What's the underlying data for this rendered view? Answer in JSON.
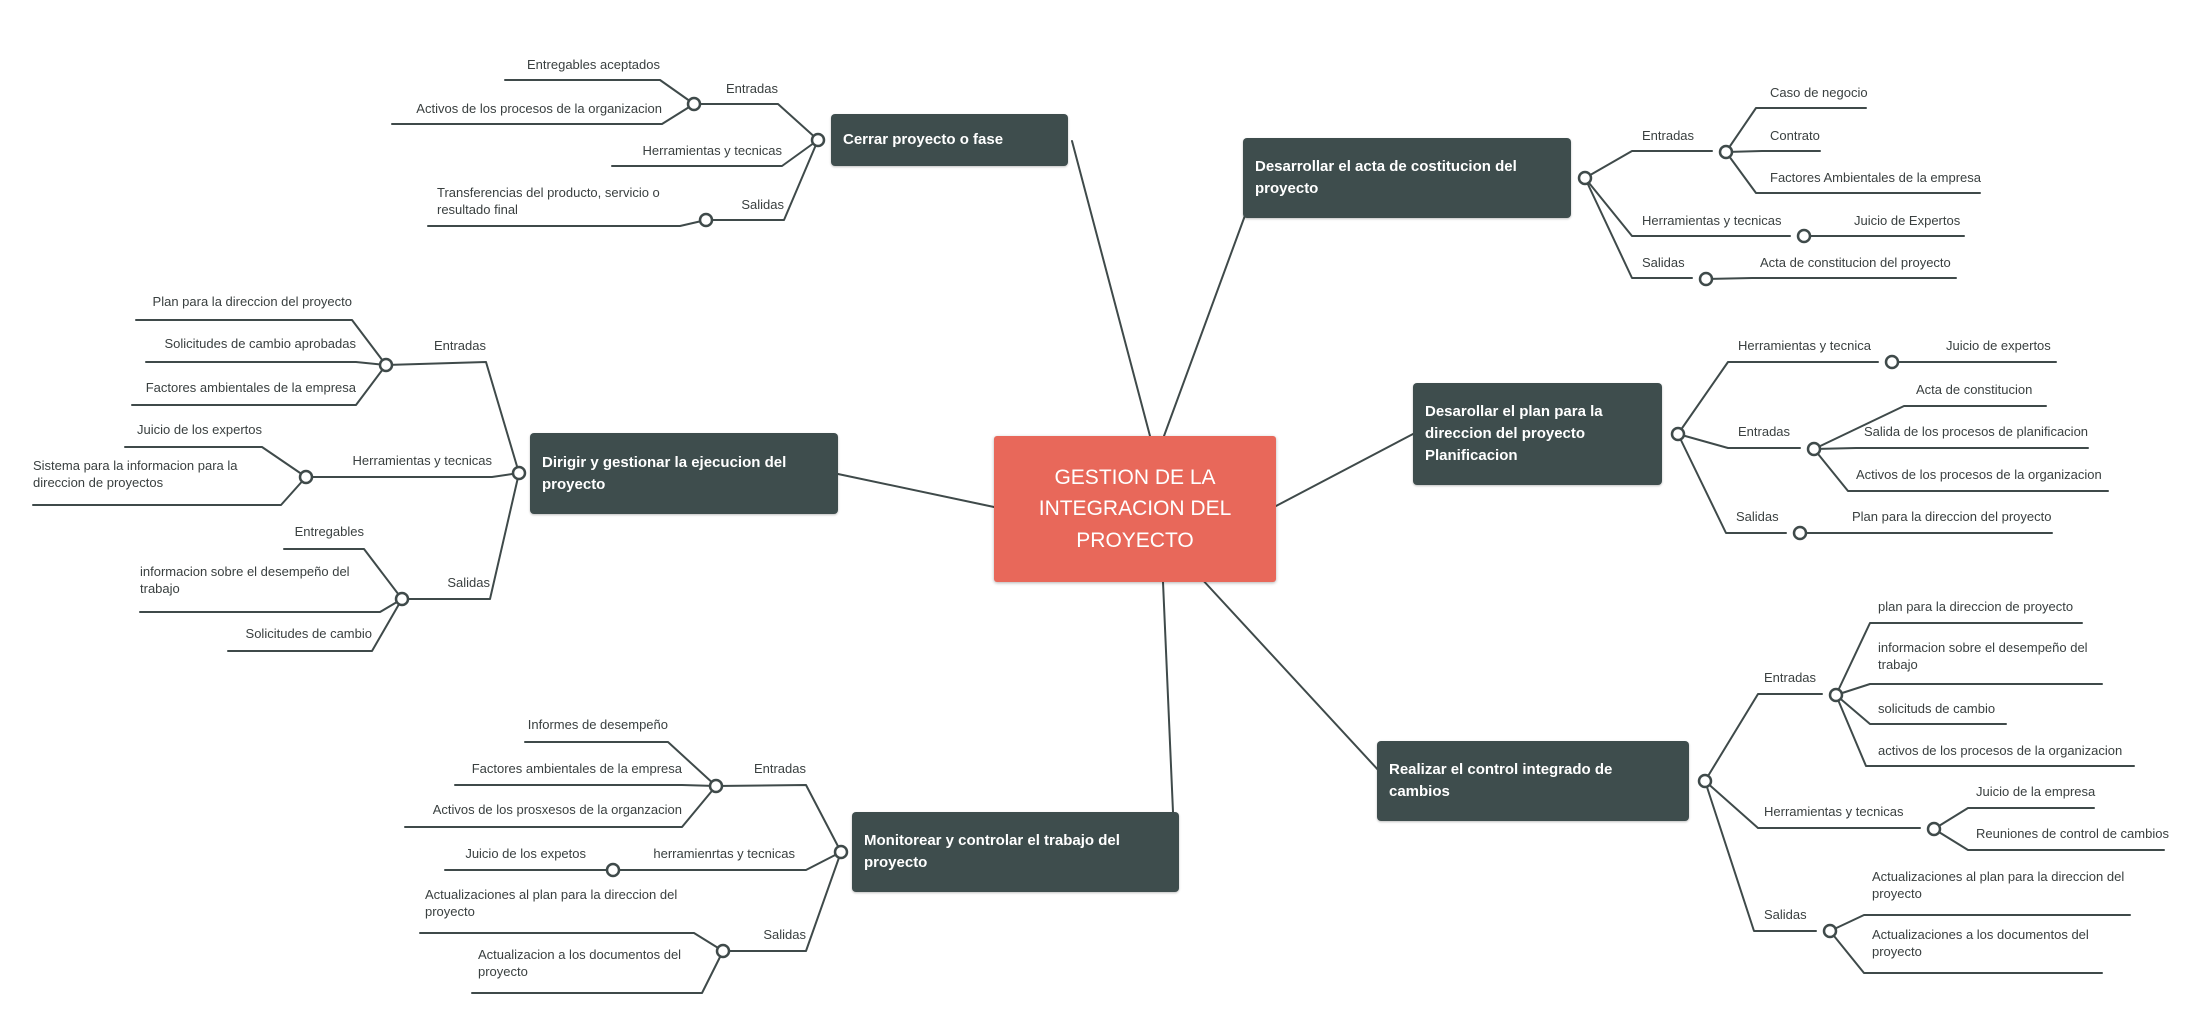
{
  "center": {
    "title": "GESTION DE LA INTEGRACION DEL PROYECTO"
  },
  "colors": {
    "center_bg": "#E8685A",
    "branch_bg": "#3E4D4D",
    "line": "#3F4A4A",
    "text": "#3A4040"
  },
  "branches": [
    {
      "id": "cerrar",
      "label": "Cerrar proyecto o fase",
      "groups": [
        {
          "label": "Entradas",
          "items": [
            "Entregables aceptados",
            "Activos de los procesos de la organizacion"
          ]
        },
        {
          "label": "Herramientas y tecnicas",
          "items": []
        },
        {
          "label": "Salidas",
          "items": [
            "Transferencias del producto, servicio o resultado final"
          ]
        }
      ]
    },
    {
      "id": "acta",
      "label": "Desarrollar el acta de costitucion del proyecto",
      "groups": [
        {
          "label": "Entradas",
          "items": [
            "Caso de negocio",
            "Contrato",
            "Factores Ambientales de la empresa"
          ]
        },
        {
          "label": "Herramientas y tecnicas",
          "items": [
            "Juicio de Expertos"
          ]
        },
        {
          "label": "Salidas",
          "items": [
            "Acta de constitucion del proyecto"
          ]
        }
      ]
    },
    {
      "id": "dirigir",
      "label": "Dirigir y gestionar la ejecucion del proyecto",
      "groups": [
        {
          "label": "Entradas",
          "items": [
            "Plan para la direccion del proyecto",
            "Solicitudes de cambio aprobadas",
            "Factores ambientales de la empresa"
          ]
        },
        {
          "label": "Herramientas y tecnicas",
          "items": [
            "Juicio de los expertos",
            "Sistema para la informacion para la direccion de proyectos"
          ]
        },
        {
          "label": "Salidas",
          "items": [
            "Entregables",
            "informacion sobre el desempeño del trabajo",
            "Solicitudes de cambio"
          ]
        }
      ]
    },
    {
      "id": "plan",
      "label": "Desarollar el plan para la direccion del proyecto Planificacion",
      "groups": [
        {
          "label": "Herramientas y tecnica",
          "items": [
            "Juicio de expertos"
          ]
        },
        {
          "label": "Entradas",
          "items": [
            "Acta de constitucion",
            "Salida de los procesos de planificacion",
            "Activos de los procesos de la organizacion"
          ]
        },
        {
          "label": "Salidas",
          "items": [
            "Plan para la direccion del proyecto"
          ]
        }
      ]
    },
    {
      "id": "monitorear",
      "label": "Monitorear y controlar el trabajo del proyecto",
      "groups": [
        {
          "label": "Entradas",
          "items": [
            "Informes de desempeño",
            "Factores ambientales de la empresa",
            "Activos de los prosxesos de la organzacion"
          ]
        },
        {
          "label": "herramienrtas y tecnicas",
          "items": [
            "Juicio de los expetos"
          ]
        },
        {
          "label": "Salidas",
          "items": [
            "Actualizaciones al plan para la direccion del proyecto",
            "Actualizacion a los documentos del proyecto"
          ]
        }
      ]
    },
    {
      "id": "control",
      "label": "Realizar el control integrado de cambios",
      "groups": [
        {
          "label": "Entradas",
          "items": [
            "plan para la direccion de proyecto",
            "informacion sobre el desempeño del trabajo",
            "solicituds de cambio",
            "activos de los procesos de la organizacion"
          ]
        },
        {
          "label": "Herramientas y tecnicas",
          "items": [
            "Juicio de la empresa",
            "Reuniones de control de cambios"
          ]
        },
        {
          "label": "Salidas",
          "items": [
            "Actualizaciones al plan para la direccion del proyecto",
            "Actualizaciones a los documentos del proyecto"
          ]
        }
      ]
    }
  ]
}
